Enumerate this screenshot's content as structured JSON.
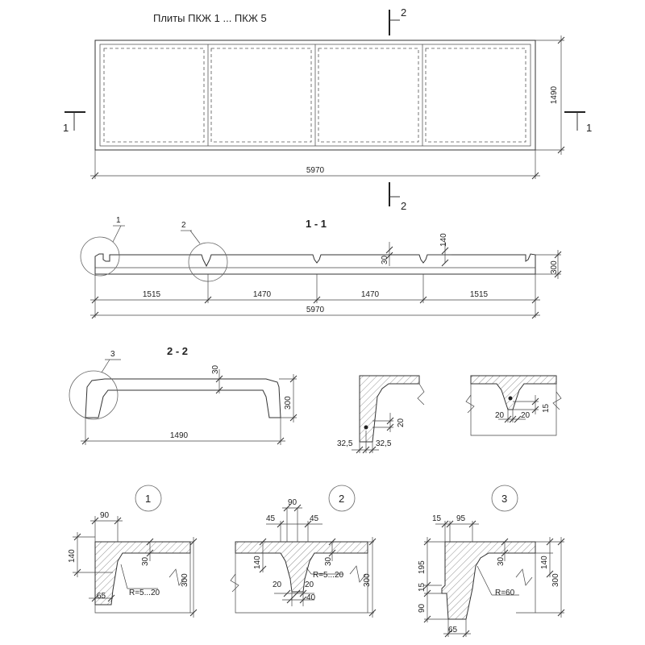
{
  "title": "Плиты ПКЖ 1 ... ПКЖ 5",
  "plan": {
    "length": "5970",
    "width": "1490",
    "mark_1": "1",
    "mark_2": "2"
  },
  "section_1_1": {
    "label": "1 - 1",
    "callout_1": "1",
    "callout_2": "2",
    "d1": "1515",
    "d2": "1470",
    "d3": "1470",
    "d4": "1515",
    "total": "5970",
    "rib": "140",
    "flange": "30",
    "height": "300"
  },
  "section_2_2": {
    "label": "2 - 2",
    "callout_3": "3",
    "flange": "30",
    "height": "300",
    "width": "1490"
  },
  "rib_detail_end": {
    "d1": "20",
    "d2": "32,5",
    "d3": "32,5"
  },
  "rib_detail_mid": {
    "d1": "20",
    "d2": "20",
    "d3": "15"
  },
  "detail_1": {
    "number": "1",
    "d90": "90",
    "d140": "140",
    "d30": "30",
    "radius": "R=5...20",
    "d65": "65",
    "d300": "300"
  },
  "detail_2": {
    "number": "2",
    "d90": "90",
    "d45a": "45",
    "d45b": "45",
    "d140": "140",
    "d30": "30",
    "radius": "R=5...20",
    "d20a": "20",
    "d20b": "20",
    "d40": "40",
    "d300": "300"
  },
  "detail_3": {
    "number": "3",
    "d15": "15",
    "d95": "95",
    "d195": "195",
    "d15b": "15",
    "d90": "90",
    "d30": "30",
    "d140": "140",
    "radius": "R=60",
    "d65": "65",
    "d300": "300"
  }
}
